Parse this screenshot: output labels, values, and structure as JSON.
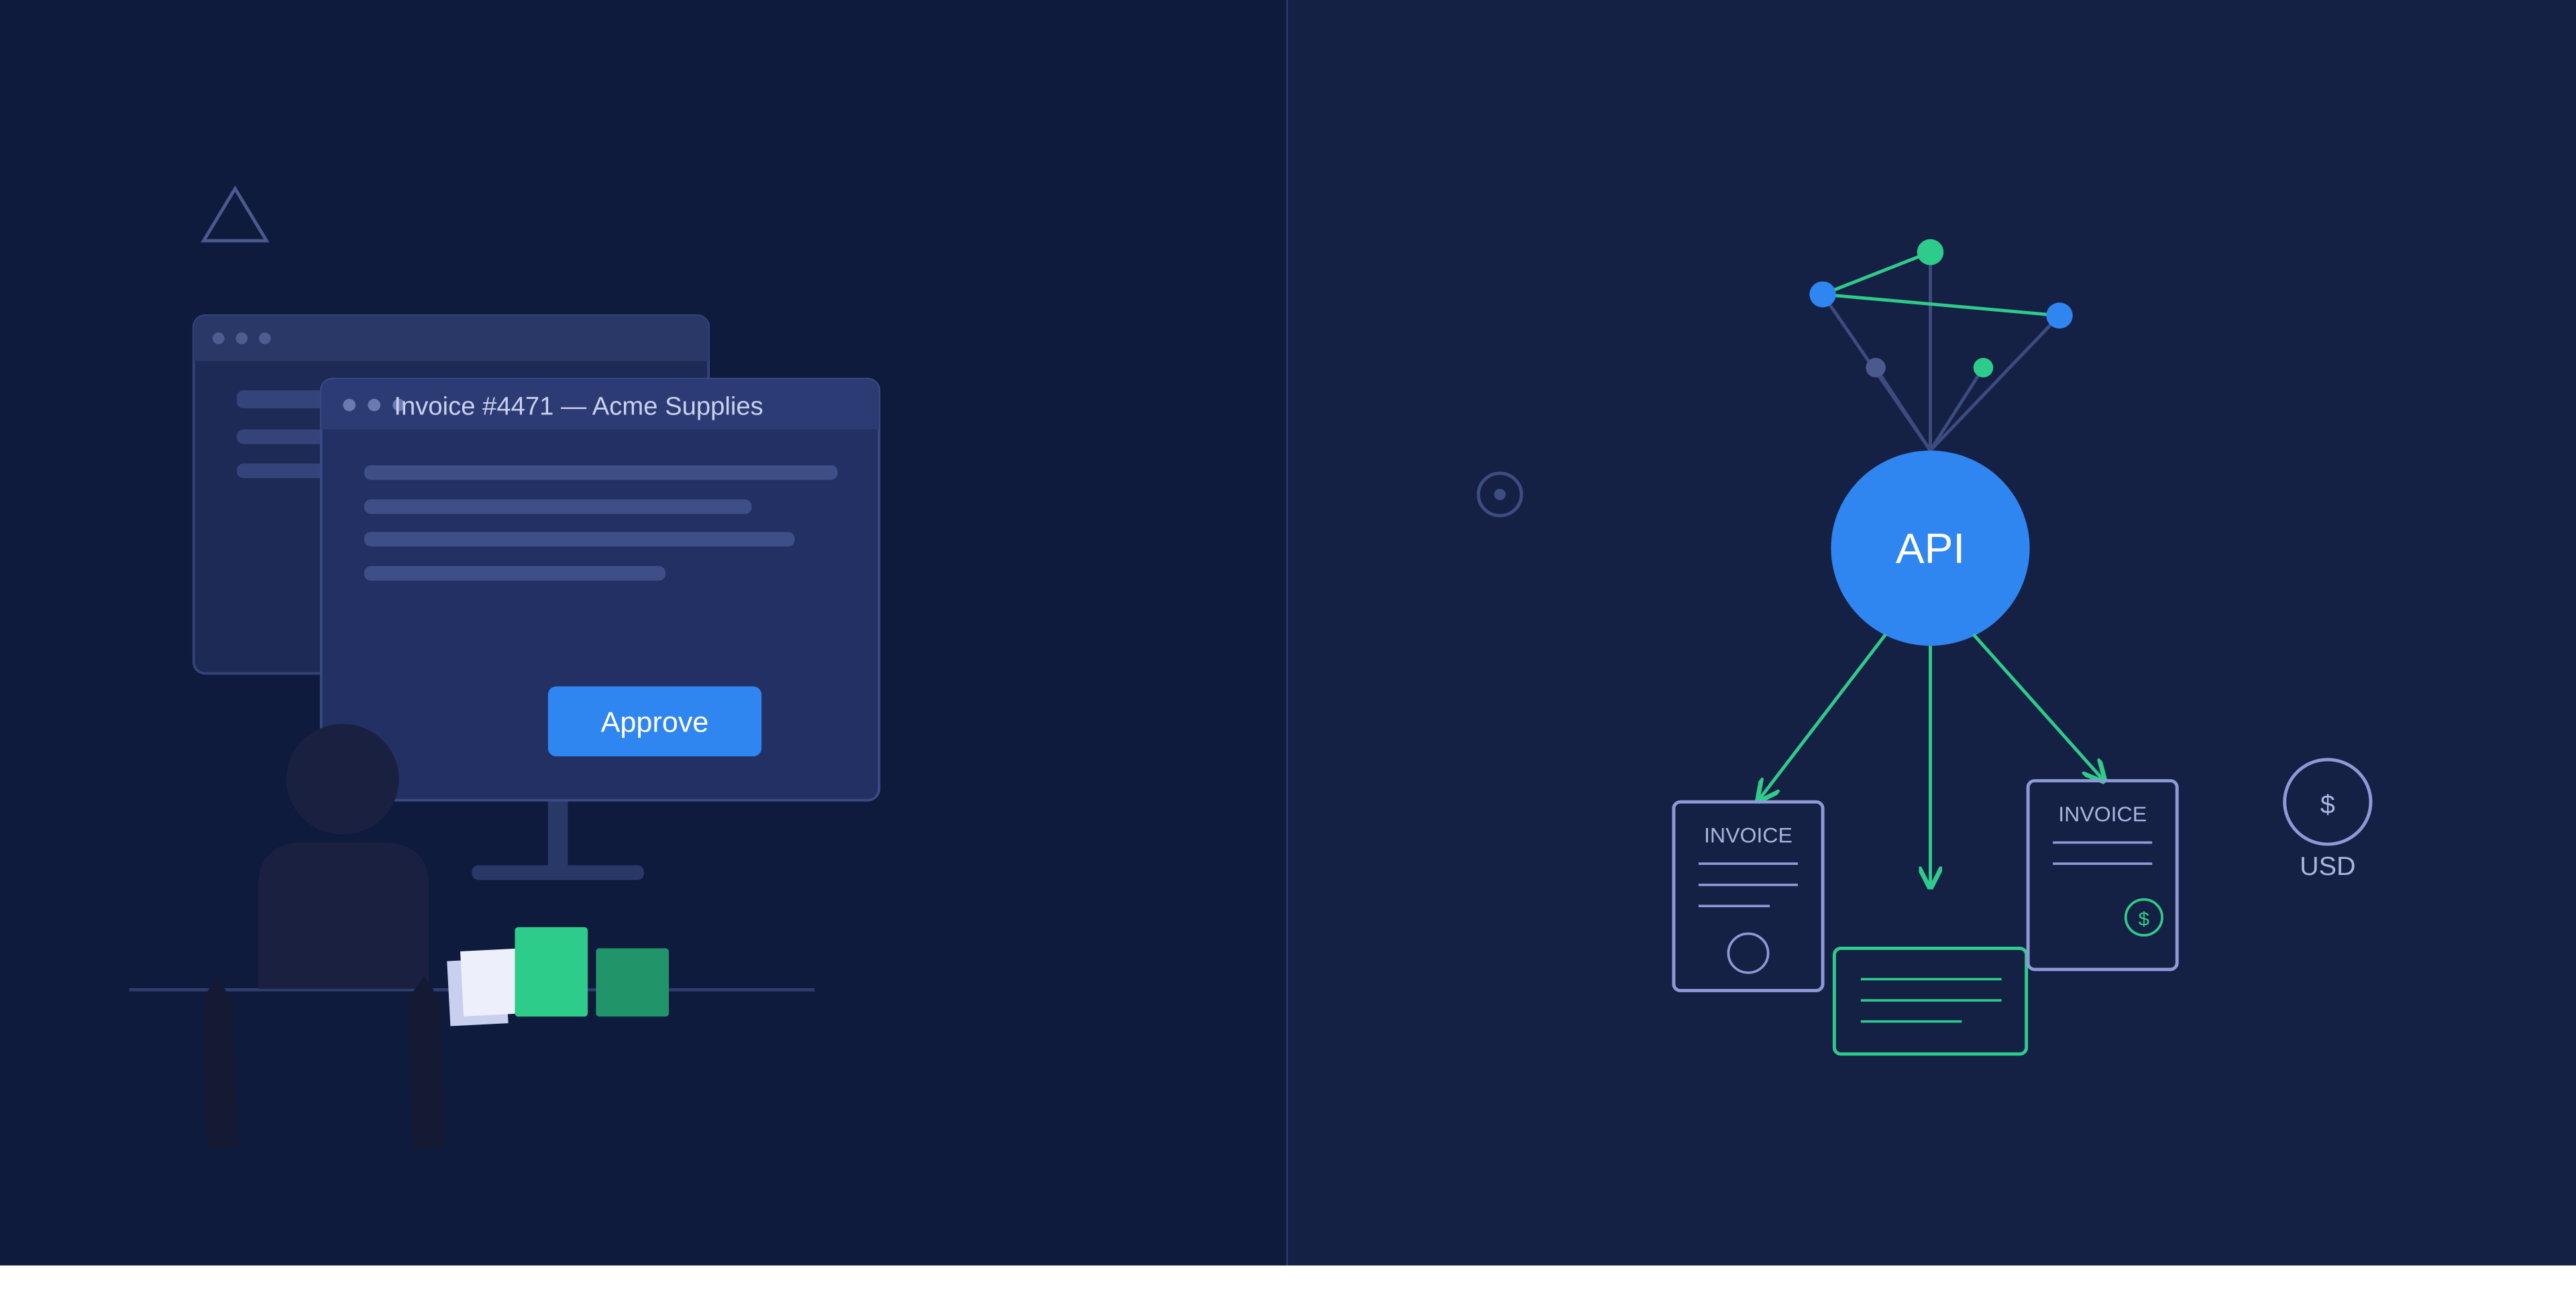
{
  "left_scene": {
    "invoice_window": {
      "title": "Invoice #4471 — Acme Supplies",
      "approve_label": "Approve"
    }
  },
  "right_scene": {
    "api_node": {
      "label": "API"
    },
    "invoice_card_left": {
      "label": "INVOICE"
    },
    "invoice_card_right": {
      "label": "INVOICE"
    },
    "currency_badge": {
      "symbol": "$",
      "label": "USD"
    },
    "dollar_seal": {
      "symbol": "$"
    }
  },
  "colors": {
    "left_bg": "#0f1b3d",
    "right_bg": "#152045",
    "accent_blue": "#2f86f0",
    "accent_green": "#2ecc8a",
    "muted_line": "#3d4c7d"
  }
}
